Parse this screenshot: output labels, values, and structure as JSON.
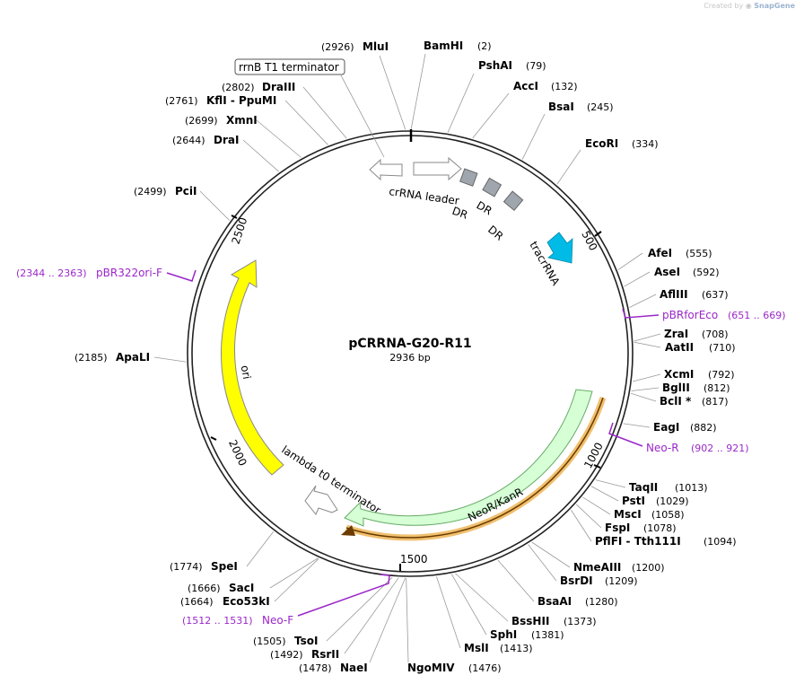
{
  "credit": {
    "prefix": "Created by",
    "brand": "SnapGene"
  },
  "plasmid": {
    "name": "pCRRNA-G20-R11",
    "length_label": "2936 bp",
    "length": 2936
  },
  "ticks": [
    "500",
    "1000",
    "1500",
    "2000",
    "2500"
  ],
  "features": {
    "terminator_box": "rrnB T1 terminator",
    "crrna_leader": "crRNA leader",
    "dr1": "DR",
    "dr2": "DR",
    "dr3": "DR",
    "tracrrna": "tracrRNA",
    "ori": "ori",
    "lambda": "lambda t0 terminator",
    "neor": "NeoR/KanR"
  },
  "sites": [
    {
      "name": "MluI",
      "pos": "(2926)"
    },
    {
      "name": "BamHI",
      "pos": "(2)"
    },
    {
      "name": "PshAI",
      "pos": "(79)"
    },
    {
      "name": "AccI",
      "pos": "(132)"
    },
    {
      "name": "BsaI",
      "pos": "(245)"
    },
    {
      "name": "EcoRI",
      "pos": "(334)"
    },
    {
      "name": "AfeI",
      "pos": "(555)"
    },
    {
      "name": "AseI",
      "pos": "(592)"
    },
    {
      "name": "AflIII",
      "pos": "(637)"
    },
    {
      "name": "ZraI",
      "pos": "(708)"
    },
    {
      "name": "AatII",
      "pos": "(710)"
    },
    {
      "name": "XcmI",
      "pos": "(792)"
    },
    {
      "name": "BglII",
      "pos": "(812)"
    },
    {
      "name": "BclI *",
      "pos": "(817)"
    },
    {
      "name": "EagI",
      "pos": "(882)"
    },
    {
      "name": "TaqII",
      "pos": "(1013)"
    },
    {
      "name": "PstI",
      "pos": "(1029)"
    },
    {
      "name": "MscI",
      "pos": "(1058)"
    },
    {
      "name": "FspI",
      "pos": "(1078)"
    },
    {
      "name": "PflFI - Tth111I",
      "pos": "(1094)"
    },
    {
      "name": "NmeAIII",
      "pos": "(1200)"
    },
    {
      "name": "BsrDI",
      "pos": "(1209)"
    },
    {
      "name": "BsaAI",
      "pos": "(1280)"
    },
    {
      "name": "BssHII",
      "pos": "(1373)"
    },
    {
      "name": "SphI",
      "pos": "(1381)"
    },
    {
      "name": "MslI",
      "pos": "(1413)"
    },
    {
      "name": "NgoMIV",
      "pos": "(1476)"
    },
    {
      "name": "NaeI",
      "pos": "(1478)"
    },
    {
      "name": "RsrII",
      "pos": "(1492)"
    },
    {
      "name": "TsoI",
      "pos": "(1505)"
    },
    {
      "name": "Eco53kI",
      "pos": "(1664)"
    },
    {
      "name": "SacI",
      "pos": "(1666)"
    },
    {
      "name": "SpeI",
      "pos": "(1774)"
    },
    {
      "name": "ApaLI",
      "pos": "(2185)"
    },
    {
      "name": "PciI",
      "pos": "(2499)"
    },
    {
      "name": "DraI",
      "pos": "(2644)"
    },
    {
      "name": "XmnI",
      "pos": "(2699)"
    },
    {
      "name": "KflI - PpuMI",
      "pos": "(2761)"
    },
    {
      "name": "DraIII",
      "pos": "(2802)"
    }
  ],
  "primers": [
    {
      "name": "pBR322ori-F",
      "range": "(2344 .. 2363)"
    },
    {
      "name": "pBRforEco",
      "range": "(651 .. 669)"
    },
    {
      "name": "Neo-R",
      "range": "(902 .. 921)"
    },
    {
      "name": "Neo-F",
      "range": "(1512 .. 1531)"
    }
  ],
  "colors": {
    "backbone": "#222222",
    "primer": "#9b27c9",
    "ori": "#ffff00",
    "tracrrna": "#00bbe6",
    "neor_fill": "#d6ffd6",
    "neor_stroke": "#66aa66",
    "orange_halo": "#f0c070",
    "dr": "#a0a6ae"
  }
}
